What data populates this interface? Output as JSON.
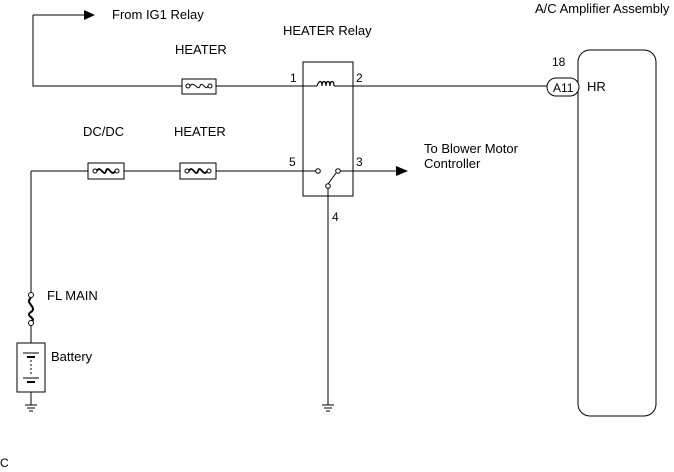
{
  "labels": {
    "from_ig1_relay": "From IG1 Relay",
    "ac_amplifier": "A/C Amplifier Assembly",
    "heater_relay": "HEATER Relay",
    "fuse_heater_top": "HEATER",
    "fuse_dcdc": "DC/DC",
    "fuse_heater_bottom": "HEATER",
    "to_blower_line1": "To Blower Motor",
    "to_blower_line2": "Controller",
    "fl_main": "FL MAIN",
    "battery": "Battery",
    "corner_mark": "C"
  },
  "pins": {
    "relay_1": "1",
    "relay_2": "2",
    "relay_3": "3",
    "relay_4": "4",
    "relay_5": "5",
    "amp_pin": "18",
    "amp_connector": "A11",
    "amp_terminal": "HR"
  }
}
